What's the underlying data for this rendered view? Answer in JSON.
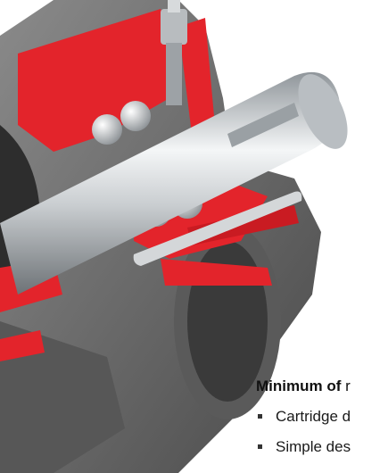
{
  "figure": {
    "subject": "bearing-housing-cutaway",
    "colors": {
      "housing": "#6f6f6f",
      "housing_dark": "#3d3d3d",
      "section_red": "#e3242b",
      "shaft": "#cfd3d6",
      "background": "#ffffff"
    }
  },
  "caption": {
    "heading_bold": "Minimum of",
    "heading_rest": "r",
    "bullets": [
      "Cartridge d",
      "Simple des"
    ]
  }
}
